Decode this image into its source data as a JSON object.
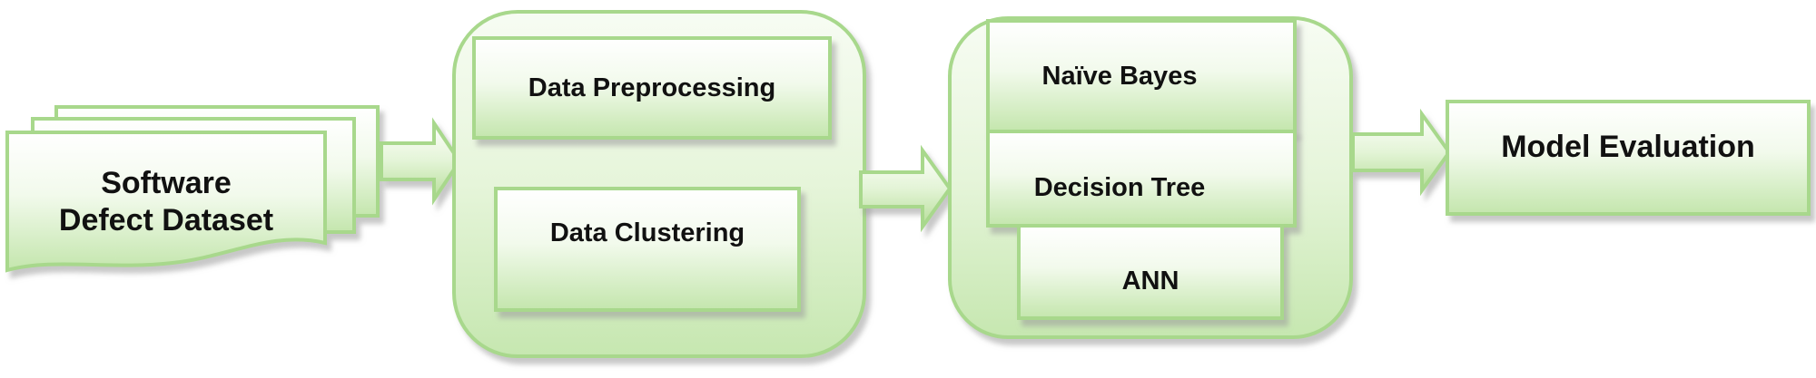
{
  "diagram": {
    "dataset": {
      "line1": "Software",
      "line2": "Defect Dataset"
    },
    "preprocess_group": {
      "data_preprocessing": "Data Preprocessing",
      "data_clustering": "Data Clustering"
    },
    "classifier_group": {
      "naive_bayes": "Naïve Bayes",
      "decision_tree": "Decision Tree",
      "ann": "ANN"
    },
    "model_evaluation": "Model Evaluation"
  },
  "colors": {
    "stroke": "#a8d88c",
    "fill_light": "#f6fcf1",
    "fill_mid": "#d6efc4",
    "fill_dark": "#b9e19e",
    "shadow": "#c7c7c7"
  }
}
